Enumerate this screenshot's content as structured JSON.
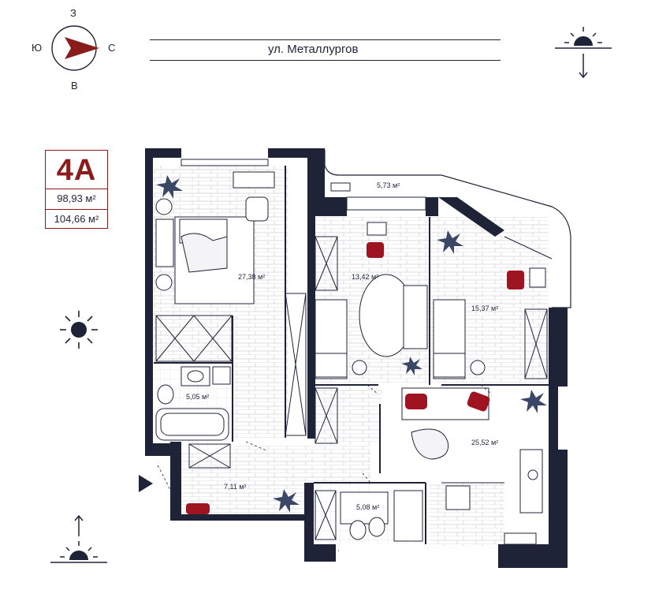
{
  "compass": {
    "north": "З",
    "west": "Ю",
    "east": "С",
    "south": "В"
  },
  "street": "ул. Металлургов",
  "unit": {
    "code": "4А",
    "living_area": "98,93 м²",
    "total_area": "104,66 м²"
  },
  "rooms": {
    "balcony": "5,73 м²",
    "bedroom_master": "27,38 м²",
    "bedroom_middle": "13,42 м²",
    "bedroom_right": "15,37 м²",
    "bathroom_left": "5,05 м²",
    "living_room": "25,52 м²",
    "hallway": "7,11 м²",
    "bathroom_center": "5,08 м²"
  },
  "colors": {
    "wall": "#1f2338",
    "accent": "#8b1c1c",
    "furniture_red": "#9e1420",
    "floor_line": "#c9c9cf"
  },
  "icons": [
    "compass-icon",
    "sunset-icon",
    "sun-icon",
    "sunrise-icon",
    "entrance-arrow-icon",
    "plant-icon"
  ]
}
